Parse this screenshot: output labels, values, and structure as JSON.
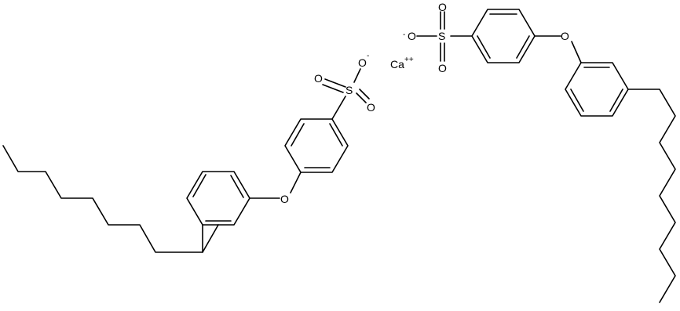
{
  "molecule": {
    "left_anion": {
      "sulfur": "S",
      "oxygen_double_1": "O",
      "oxygen_double_2": "O",
      "oxygen_anionic": "O",
      "anion_charge": "-",
      "ether_oxygen": "O"
    },
    "counter_ion": {
      "element": "Ca",
      "charge": "++"
    },
    "right_anion": {
      "sulfur": "S",
      "oxygen_double_1": "O",
      "oxygen_double_2": "O",
      "oxygen_anionic": "O",
      "anion_charge": "-",
      "ether_oxygen": "O"
    }
  }
}
